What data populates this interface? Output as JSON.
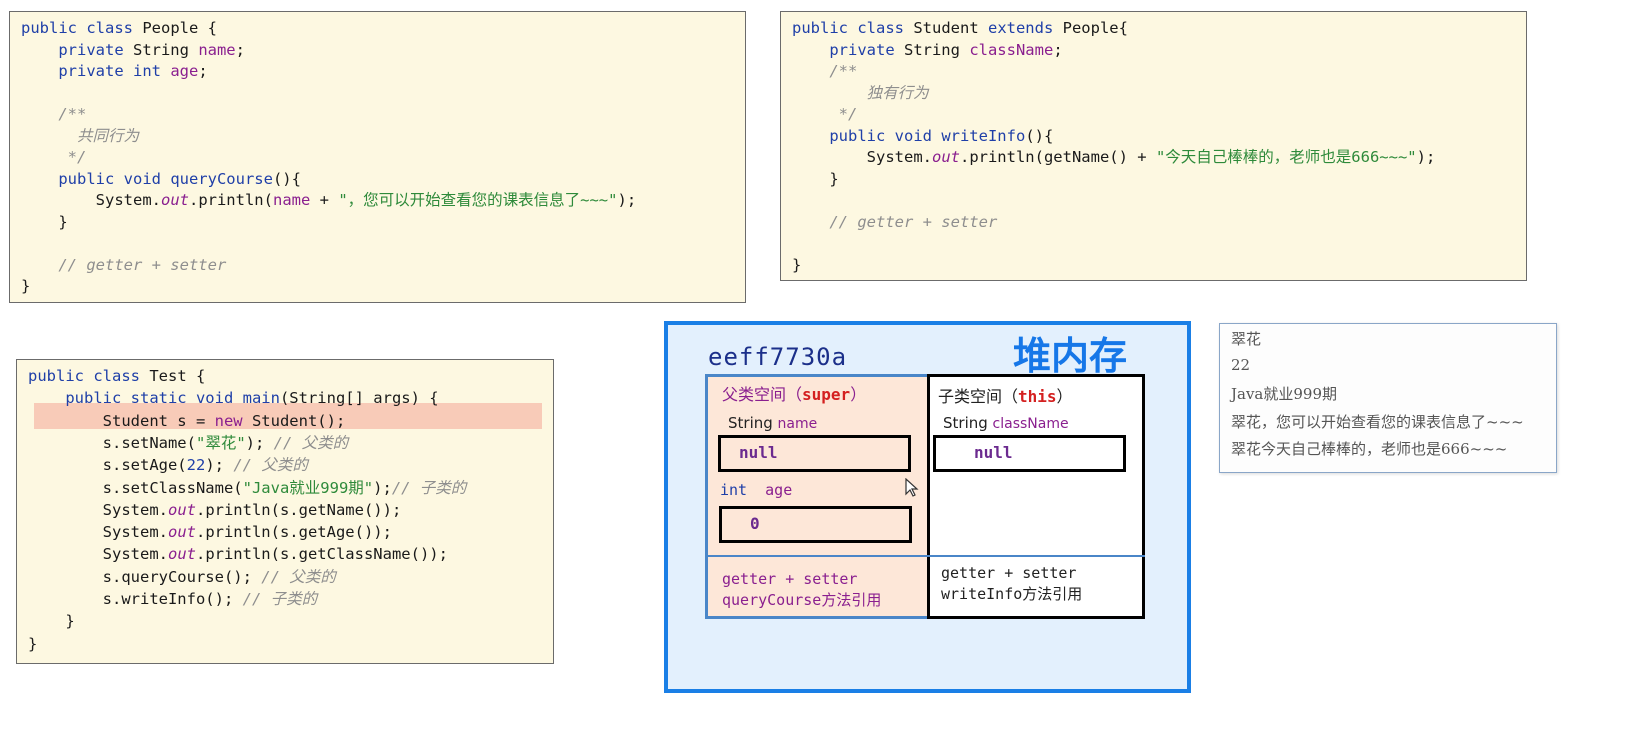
{
  "people_class": {
    "lines": [
      {
        "indent": "",
        "parts": [
          [
            "kw",
            "public class "
          ],
          [
            "",
            "People {"
          ]
        ]
      },
      {
        "indent": "    ",
        "parts": [
          [
            "kw",
            "private "
          ],
          [
            "",
            "String "
          ],
          [
            "fld",
            "name"
          ],
          [
            "",
            ";"
          ]
        ]
      },
      {
        "indent": "    ",
        "parts": [
          [
            "kw",
            "private int "
          ],
          [
            "fld",
            "age"
          ],
          [
            "",
            ";"
          ]
        ]
      },
      {
        "indent": "",
        "parts": [
          [
            "",
            ""
          ]
        ]
      },
      {
        "indent": "    ",
        "parts": [
          [
            "cmt",
            "/**"
          ]
        ]
      },
      {
        "indent": "      ",
        "parts": [
          [
            "cmt",
            "共同行为"
          ]
        ]
      },
      {
        "indent": "     ",
        "parts": [
          [
            "cmt",
            "*/"
          ]
        ]
      },
      {
        "indent": "    ",
        "parts": [
          [
            "kw",
            "public void "
          ],
          [
            "kw",
            "queryCourse"
          ],
          [
            "",
            "(){"
          ]
        ]
      },
      {
        "indent": "        ",
        "parts": [
          [
            "",
            "System."
          ],
          [
            "it",
            "out"
          ],
          [
            "",
            ".println("
          ],
          [
            "fld",
            "name"
          ],
          [
            "",
            " + "
          ],
          [
            "str",
            "\"，您可以开始查看您的课表信息了~~~\""
          ],
          [
            "",
            ");"
          ]
        ]
      },
      {
        "indent": "    ",
        "parts": [
          [
            "",
            "}"
          ]
        ]
      },
      {
        "indent": "",
        "parts": [
          [
            "",
            ""
          ]
        ]
      },
      {
        "indent": "    ",
        "parts": [
          [
            "cmt",
            "// getter + setter"
          ]
        ]
      },
      {
        "indent": "",
        "parts": [
          [
            "",
            "}"
          ]
        ]
      }
    ]
  },
  "student_class": {
    "lines": [
      {
        "indent": "",
        "parts": [
          [
            "kw",
            "public class "
          ],
          [
            "",
            "Student "
          ],
          [
            "kw",
            "extends "
          ],
          [
            "",
            "People{"
          ]
        ]
      },
      {
        "indent": "    ",
        "parts": [
          [
            "kw",
            "private "
          ],
          [
            "",
            "String "
          ],
          [
            "fld",
            "className"
          ],
          [
            "",
            ";"
          ]
        ]
      },
      {
        "indent": "    ",
        "parts": [
          [
            "cmt",
            "/**"
          ]
        ]
      },
      {
        "indent": "        ",
        "parts": [
          [
            "cmt",
            "独有行为"
          ]
        ]
      },
      {
        "indent": "     ",
        "parts": [
          [
            "cmt",
            "*/"
          ]
        ]
      },
      {
        "indent": "    ",
        "parts": [
          [
            "kw",
            "public void "
          ],
          [
            "kw",
            "writeInfo"
          ],
          [
            "",
            "(){"
          ]
        ]
      },
      {
        "indent": "        ",
        "parts": [
          [
            "",
            "System."
          ],
          [
            "it",
            "out"
          ],
          [
            "",
            ".println(getName() + "
          ],
          [
            "str",
            "\"今天自己棒棒的，老师也是666~~~\""
          ],
          [
            "",
            ");"
          ]
        ]
      },
      {
        "indent": "    ",
        "parts": [
          [
            "",
            "}"
          ]
        ]
      },
      {
        "indent": "",
        "parts": [
          [
            "",
            ""
          ]
        ]
      },
      {
        "indent": "    ",
        "parts": [
          [
            "cmt",
            "// getter + setter"
          ]
        ]
      },
      {
        "indent": "",
        "parts": [
          [
            "",
            ""
          ]
        ]
      },
      {
        "indent": "",
        "parts": [
          [
            "",
            "}"
          ]
        ]
      }
    ]
  },
  "test_class": {
    "highlighted_line": 2,
    "lines": [
      {
        "indent": "",
        "parts": [
          [
            "kw",
            "public class "
          ],
          [
            "",
            "Test {"
          ]
        ]
      },
      {
        "indent": "    ",
        "parts": [
          [
            "kw",
            "public static void "
          ],
          [
            "kw",
            "main"
          ],
          [
            "",
            "(String[] args) {"
          ]
        ]
      },
      {
        "indent": "        ",
        "parts": [
          [
            "",
            "Student s = "
          ],
          [
            "fld",
            "new"
          ],
          [
            "",
            " Student();"
          ]
        ]
      },
      {
        "indent": "        ",
        "parts": [
          [
            "",
            "s.setName("
          ],
          [
            "str",
            "\"翠花\""
          ],
          [
            "",
            "); "
          ],
          [
            "cmt",
            "// 父类的"
          ]
        ]
      },
      {
        "indent": "        ",
        "parts": [
          [
            "",
            "s.setAge("
          ],
          [
            "num",
            "22"
          ],
          [
            "",
            "); "
          ],
          [
            "cmt",
            "// 父类的"
          ]
        ]
      },
      {
        "indent": "        ",
        "parts": [
          [
            "",
            "s.setClassName("
          ],
          [
            "str",
            "\"Java就业999期\""
          ],
          [
            "",
            ");"
          ],
          [
            "cmt",
            "// 子类的"
          ]
        ]
      },
      {
        "indent": "        ",
        "parts": [
          [
            "",
            "System."
          ],
          [
            "it",
            "out"
          ],
          [
            "",
            ".println(s.getName());"
          ]
        ]
      },
      {
        "indent": "        ",
        "parts": [
          [
            "",
            "System."
          ],
          [
            "it",
            "out"
          ],
          [
            "",
            ".println(s.getAge());"
          ]
        ]
      },
      {
        "indent": "        ",
        "parts": [
          [
            "",
            "System."
          ],
          [
            "it",
            "out"
          ],
          [
            "",
            ".println(s.getClassName());"
          ]
        ]
      },
      {
        "indent": "        ",
        "parts": [
          [
            "",
            "s.queryCourse(); "
          ],
          [
            "cmt",
            "// 父类的"
          ]
        ]
      },
      {
        "indent": "        ",
        "parts": [
          [
            "",
            "s.writeInfo(); "
          ],
          [
            "cmt",
            "// 子类的"
          ]
        ]
      },
      {
        "indent": "    ",
        "parts": [
          [
            "",
            "}"
          ]
        ]
      },
      {
        "indent": "",
        "parts": [
          [
            "",
            "}"
          ]
        ]
      }
    ]
  },
  "heap": {
    "title": "堆内存",
    "address": "eeff7730a",
    "super_space": {
      "label": "父类空间（",
      "keyword": "super",
      "label_end": "）",
      "name_type": "String ",
      "name_field": "name",
      "name_value": "null",
      "age_type": "int",
      "age_field": "age",
      "age_value": "0",
      "methods_line1": "getter + setter",
      "methods_line2": "queryCourse方法引用"
    },
    "this_space": {
      "label": "子类空间（",
      "keyword": "this",
      "label_end": "）",
      "classname_type": "String ",
      "classname_field": "className",
      "classname_value": "null",
      "methods_line1": "getter + setter",
      "methods_line2": "writeInfo方法引用"
    }
  },
  "console": {
    "lines": [
      "翠花",
      "22",
      "Java就业999期",
      "翠花，您可以开始查看您的课表信息了~~~",
      "翠花今天自己棒棒的，老师也是666~~~"
    ]
  },
  "colors": {
    "code_bg": "#fdf8e1",
    "heap_border": "#1a7fe6",
    "heap_bg": "#e3f0fd",
    "super_bg": "#fde7d8",
    "highlight": "#f8cbb8"
  }
}
